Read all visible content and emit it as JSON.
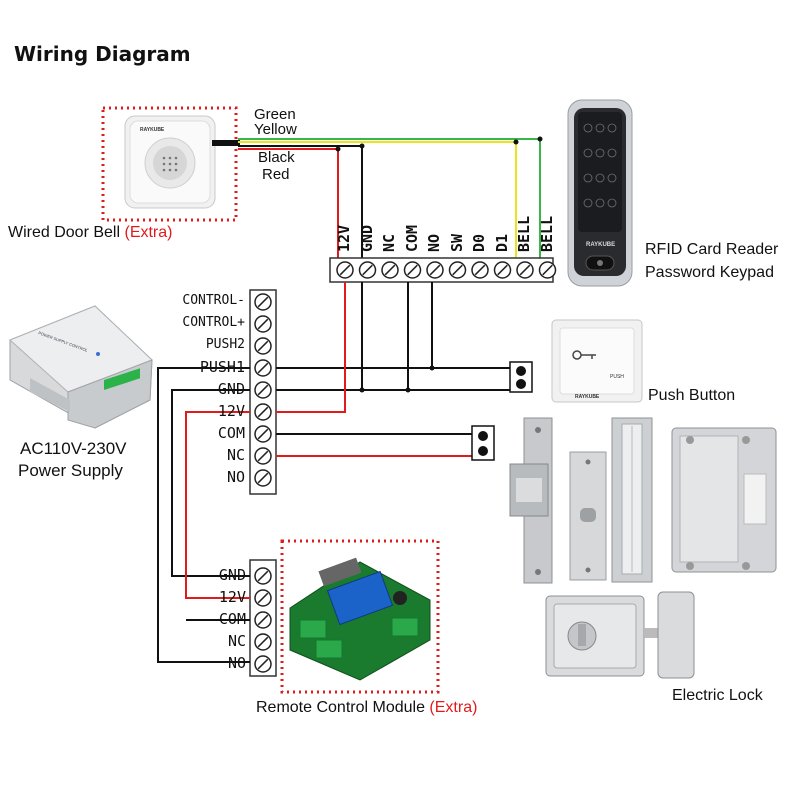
{
  "title": "Wiring Diagram",
  "doorbell": {
    "label": "Wired Door Bell",
    "extra": "(Extra)",
    "brand": "RAYKUBE",
    "wires": [
      "Green",
      "Yellow",
      "Black",
      "Red"
    ]
  },
  "keypad": {
    "label_line1": "RFID Card Reader",
    "label_line2": "Password Keypad",
    "brand": "RAYKUBE",
    "terminals": [
      "12V",
      "GND",
      "NC",
      "COM",
      "NO",
      "SW",
      "D0",
      "D1",
      "BELL",
      "BELL"
    ]
  },
  "power_supply": {
    "label_line1": "AC110V-230V",
    "label_line2": "Power Supply",
    "panel_text": "POWER SUPPLY CONTROL",
    "terminals": [
      "CONTROL-",
      "CONTROL+",
      "PUSH2",
      "PUSH1",
      "GND",
      "12V",
      "COM",
      "NC",
      "NO"
    ]
  },
  "push_button": {
    "label": "Push Button",
    "face_text": "PUSH",
    "brand": "RAYKUBE"
  },
  "electric_lock": {
    "label": "Electric Lock"
  },
  "remote_module": {
    "label": "Remote Control Module",
    "extra": "(Extra)",
    "terminals": [
      "GND",
      "12V",
      "COM",
      "NC",
      "NO"
    ]
  },
  "colors": {
    "green_wire": "#39b54a",
    "yellow_wire": "#e8e51b",
    "red_wire": "#e11b1b",
    "black_wire": "#111111",
    "extra_text": "#e11b1b",
    "dotted_frame": "#e11b1b"
  }
}
